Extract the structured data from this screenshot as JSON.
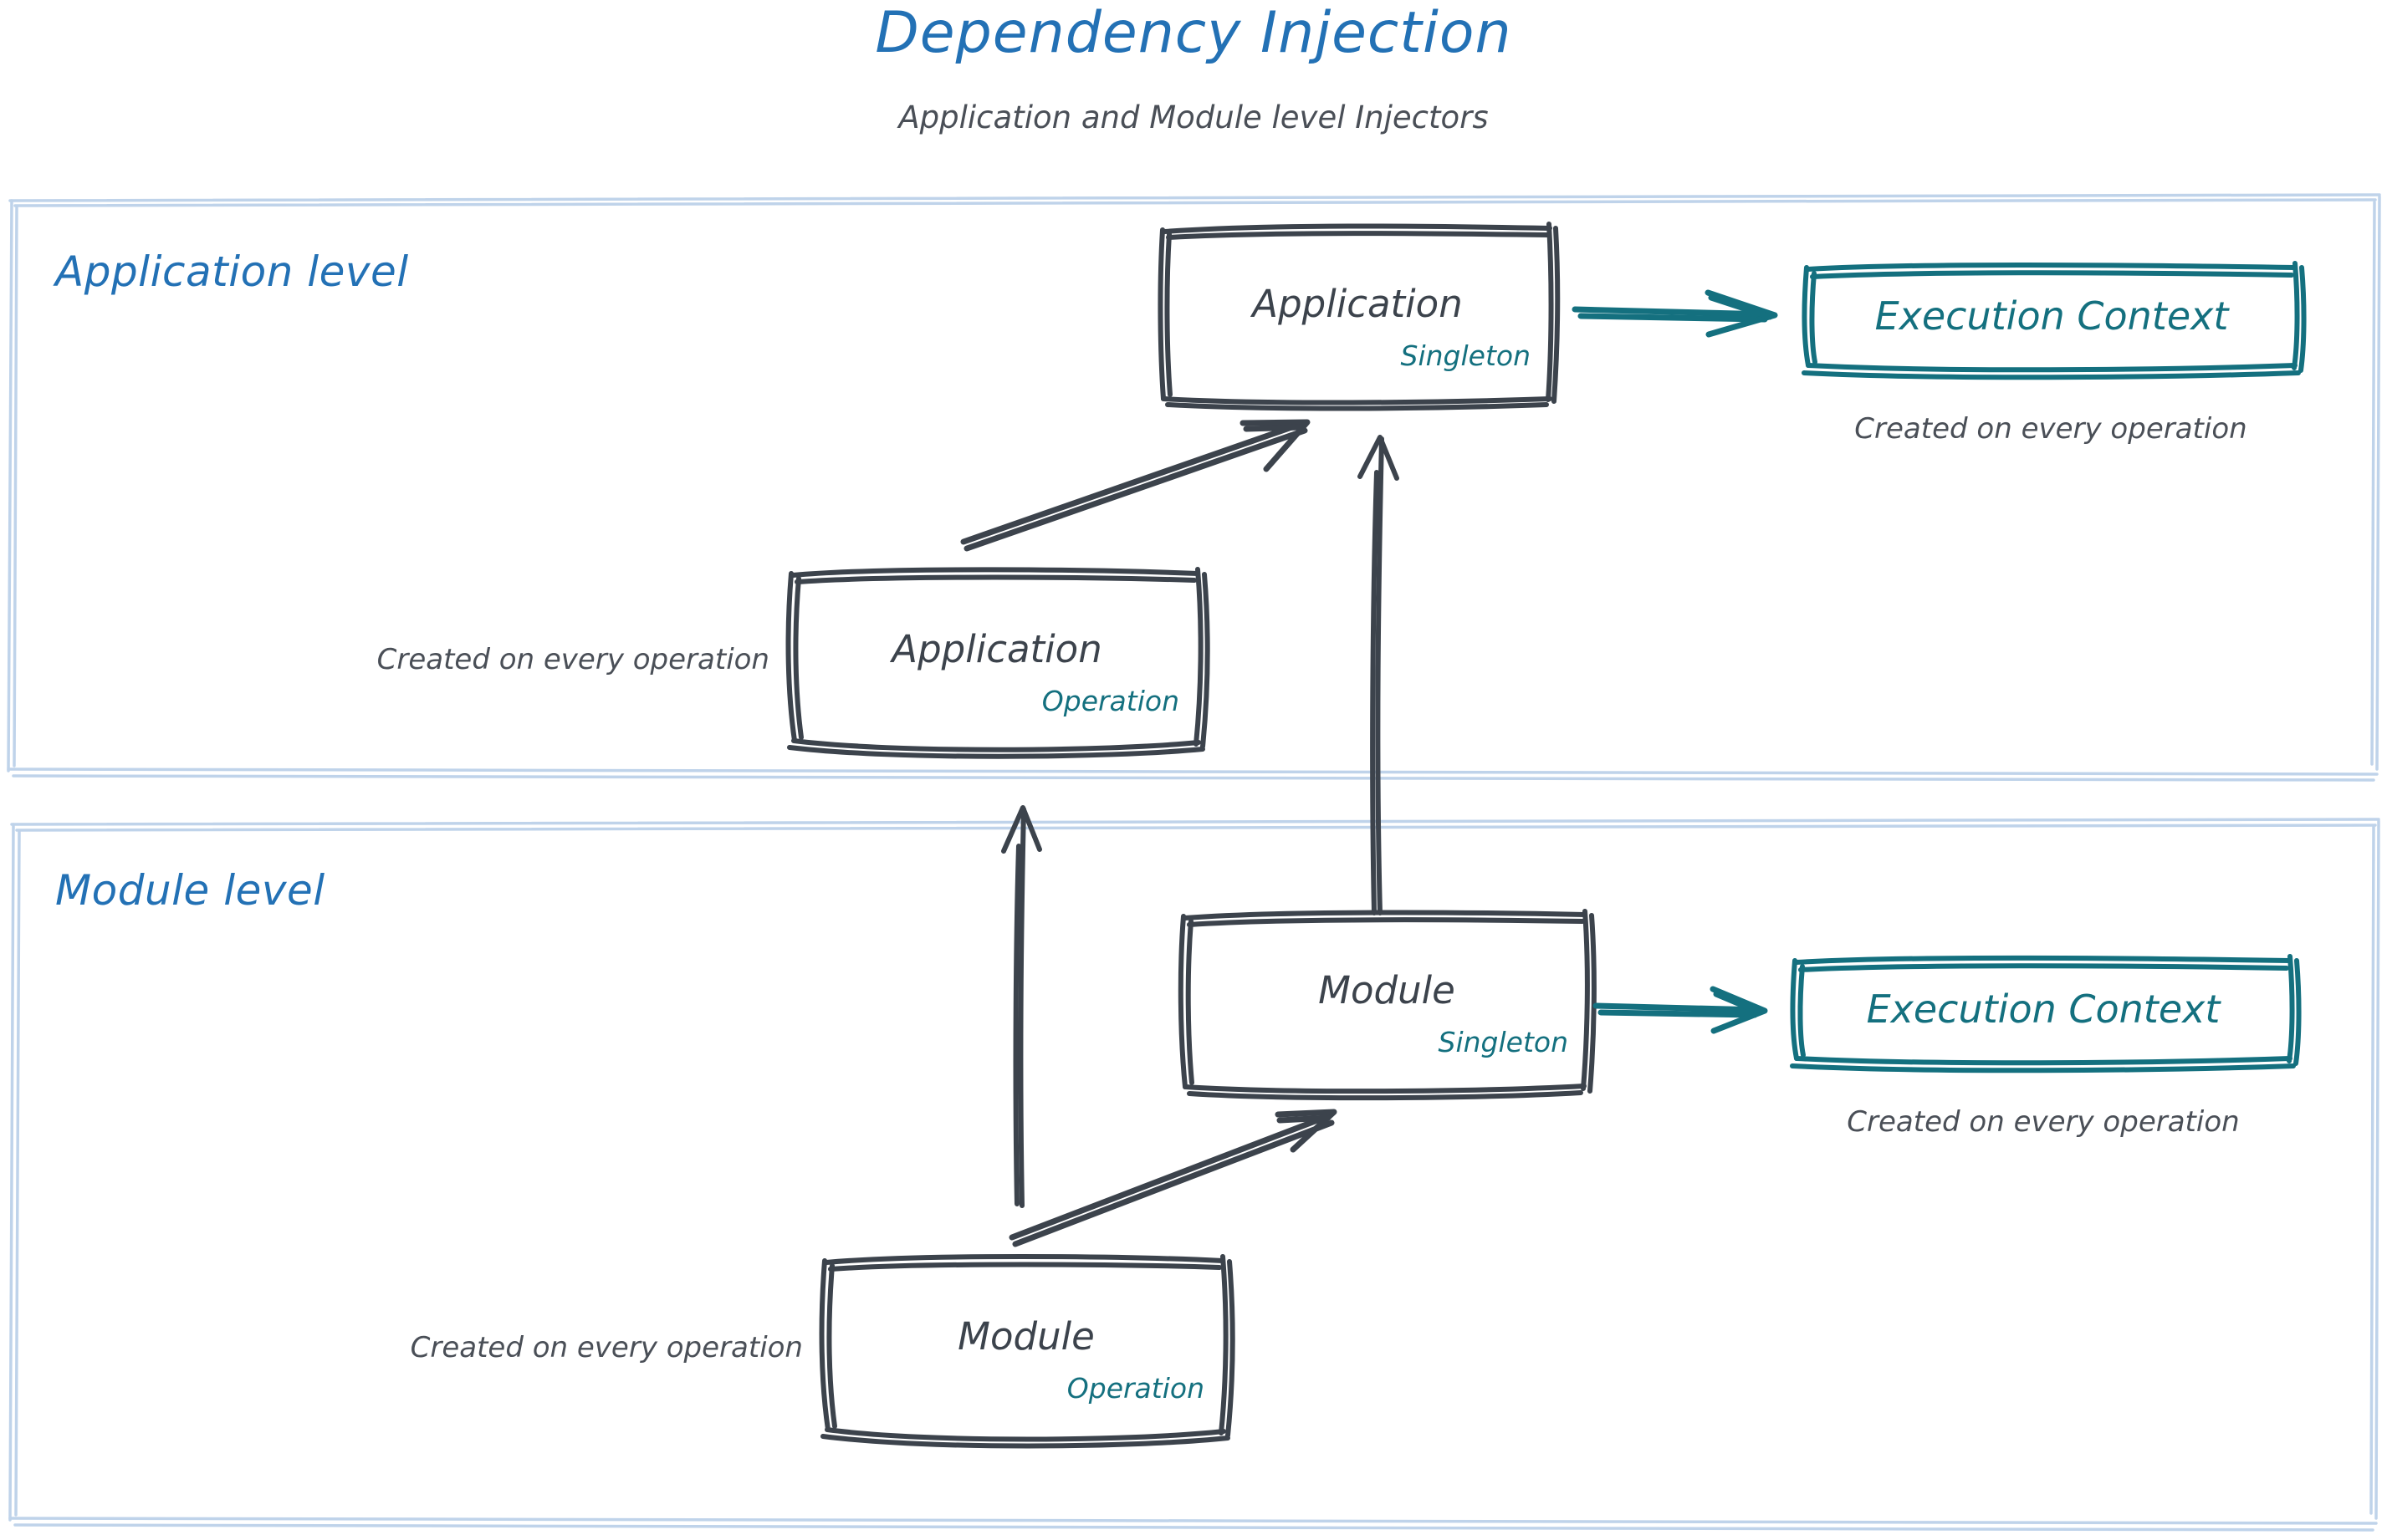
{
  "header": {
    "title": "Dependency Injection",
    "subtitle": "Application and Module level Injectors"
  },
  "colors": {
    "blue": "#2371B5",
    "lane_border": "#BFD3EA",
    "slate": "#3C434C",
    "teal": "#14707F",
    "gray_text": "#4A4F57",
    "background": "#FFFFFF"
  },
  "lanes": [
    {
      "id": "application-level",
      "label": "Application level"
    },
    {
      "id": "module-level",
      "label": "Module level"
    }
  ],
  "nodes": {
    "application_singleton": {
      "title": "Application",
      "tag": "Singleton"
    },
    "application_operation": {
      "title": "Application",
      "tag": "Operation"
    },
    "module_singleton": {
      "title": "Module",
      "tag": "Singleton"
    },
    "module_operation": {
      "title": "Module",
      "tag": "Operation"
    },
    "execution_context_app": {
      "title": "Execution Context"
    },
    "execution_context_mod": {
      "title": "Execution Context"
    }
  },
  "captions": {
    "app_ec_created": "Created on every operation",
    "app_op_created": "Created on every operation",
    "mod_ec_created": "Created on every operation",
    "mod_op_created": "Created on every operation"
  },
  "edges": [
    {
      "id": "app-singleton-to-exec-context",
      "from": "application_singleton",
      "to": "execution_context_app",
      "style": "teal-arrow"
    },
    {
      "id": "app-operation-to-app-singleton",
      "from": "application_operation",
      "to": "application_singleton",
      "style": "slate-arrow"
    },
    {
      "id": "module-singleton-to-app-singleton",
      "from": "module_singleton",
      "to": "application_singleton",
      "style": "slate-arrow"
    },
    {
      "id": "module-singleton-to-exec-context",
      "from": "module_singleton",
      "to": "execution_context_mod",
      "style": "teal-arrow"
    },
    {
      "id": "module-operation-to-module-singleton",
      "from": "module_operation",
      "to": "module_singleton",
      "style": "slate-arrow"
    },
    {
      "id": "module-operation-to-app-operation",
      "from": "module_operation",
      "to": "application_operation",
      "style": "slate-arrow"
    }
  ]
}
